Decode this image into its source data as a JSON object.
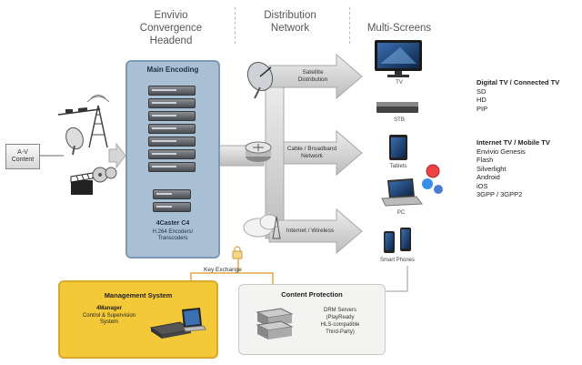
{
  "columns": {
    "headend": [
      "Envivio",
      "Convergence",
      "Headend"
    ],
    "distribution": [
      "Distribution",
      "Network"
    ],
    "screens": [
      "Multi-Screens"
    ]
  },
  "input": {
    "label_line1": "A-V",
    "label_line2": "Content"
  },
  "encoding": {
    "title": "Main Encoding",
    "product": "4Caster C4",
    "desc_line1": "H.264 Encoders/",
    "desc_line2": "Transcoders"
  },
  "distribution": {
    "satellite": [
      "Satellite",
      "Distribution"
    ],
    "cable": [
      "Cable / Broadband",
      "Network"
    ],
    "internet": [
      "Internet / Wireless"
    ]
  },
  "devices": {
    "tv": "TV",
    "stb": "STB",
    "tablets": "Tablets",
    "pc": "PC",
    "phones": "Smart Phones"
  },
  "legend": {
    "group1_title": "Digital TV / Connected TV",
    "group1_items": [
      "SD",
      "HD",
      "PIP"
    ],
    "group2_title": "Internet TV / Mobile TV",
    "group2_items": [
      "Envivio Genesis",
      "Flash",
      "Silverlight",
      "Android",
      "iOS",
      "3GPP / 3GPP2"
    ]
  },
  "key_exchange": "Key Exchange",
  "management": {
    "title": "Management System",
    "product": "4Manager",
    "desc_line1": "Control & Supervision",
    "desc_line2": "System"
  },
  "protection": {
    "title": "Content Protection",
    "desc_line1": "DRM Servers",
    "desc_line2": "(PlayReady",
    "desc_line3": "HLS-compatible",
    "desc_line4": "Third-Party)"
  },
  "colors": {
    "headend_box": "#a9bfd3",
    "management_box": "#f3c839",
    "protection_box": "#f3f3f2",
    "key_line": "#e0a94a"
  }
}
